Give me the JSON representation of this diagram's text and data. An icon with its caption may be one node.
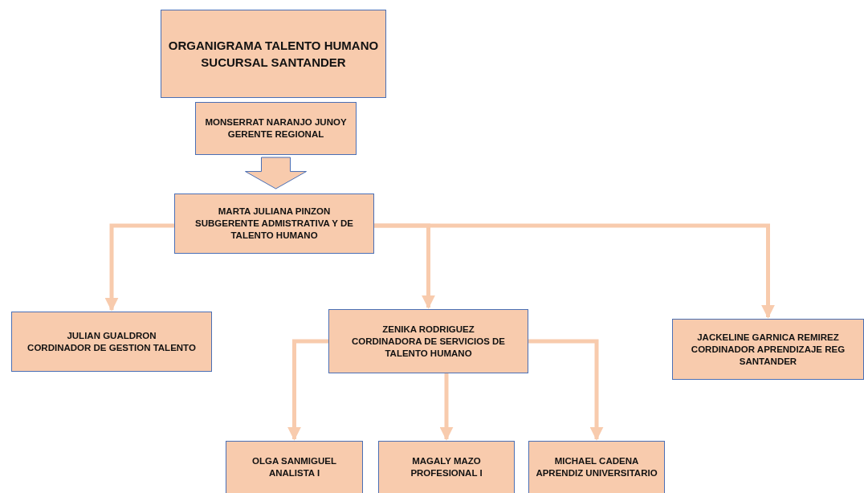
{
  "diagram": {
    "nodes": [
      {
        "text": [
          "ORGANIGRAMA TALENTO HUMANO SUCURSAL SANTANDER"
        ]
      },
      {
        "text": [
          "MONSERRAT NARANJO JUNOY",
          "GERENTE REGIONAL"
        ]
      },
      {
        "text": [
          "MARTA JULIANA PINZON",
          "SUBGERENTE ADMISTRATIVA Y DE TALENTO HUMANO"
        ]
      },
      {
        "text": [
          "JULIAN GUALDRON",
          "CORDINADOR DE GESTION TALENTO"
        ]
      },
      {
        "text": [
          "ZENIKA RODRIGUEZ",
          "CORDINADORA DE SERVICIOS DE TALENTO HUMANO"
        ]
      },
      {
        "text": [
          "JACKELINE GARNICA REMIREZ",
          "CORDINADOR APRENDIZAJE REG SANTANDER"
        ]
      },
      {
        "text": [
          "OLGA SANMIGUEL",
          "ANALISTA I"
        ]
      },
      {
        "text": [
          "MAGALY MAZO",
          "PROFESIONAL I"
        ]
      },
      {
        "text": [
          "MICHAEL CADENA",
          "APRENDIZ UNIVERSITARIO"
        ]
      }
    ],
    "edges": [
      {
        "from": 1,
        "to": 2,
        "arrow": "to",
        "style": "thick"
      },
      {
        "from": 2,
        "to": 3,
        "arrow": "to"
      },
      {
        "from": 2,
        "to": 4,
        "arrow": "to"
      },
      {
        "from": 2,
        "to": 5,
        "arrow": "to"
      },
      {
        "from": 4,
        "to": 6,
        "arrow": "to"
      },
      {
        "from": 4,
        "to": 7,
        "arrow": "to"
      },
      {
        "from": 4,
        "to": 8,
        "arrow": "to"
      }
    ]
  }
}
